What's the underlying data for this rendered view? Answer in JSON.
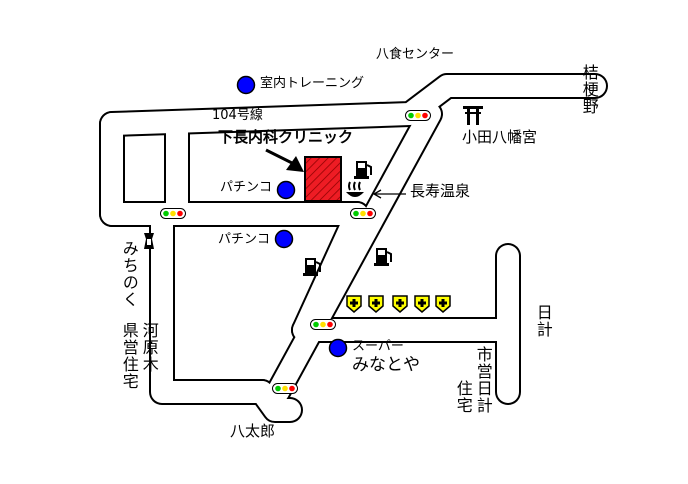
{
  "title": "下長内科クリニック",
  "colors": {
    "road_fill": "#ffffff",
    "road_edge": "#000000",
    "clinic": "#ee1c24",
    "blue_dot": "#0000ff",
    "signal_green": "#00cc00",
    "signal_yellow": "#ffe000",
    "signal_red": "#ff0000",
    "hospital_sign": "#ffff00"
  },
  "labels": {
    "hachinohe_center": "八食センター",
    "room_training": "室内トレーニング",
    "route104": "104号線",
    "kikyono": "桔梗野",
    "odate_hachimangu": "小田八幡宮",
    "pachinko_1": "パチンコ",
    "pachinko_2": "パチンコ",
    "chojyu_onsen": "長寿温泉",
    "michinoku": "みちのく",
    "kawaharagi_jutaku": "河原木",
    "kenei": "県営住宅",
    "supermarket": "スーパー",
    "minatoya": "みなとや",
    "nikkei": "日計",
    "shiei_nikkei": "市営日計",
    "jutaku": "住宅",
    "hachitaro": "八太郎"
  },
  "icons": [
    "clinic-marker-icon",
    "arrow-pointer-icon",
    "blue-dot-icon",
    "traffic-light-icon",
    "gas-station-icon",
    "hot-spring-icon",
    "shrine-gate-icon",
    "hospital-cross-icon",
    "michinoku-landmark-icon"
  ]
}
